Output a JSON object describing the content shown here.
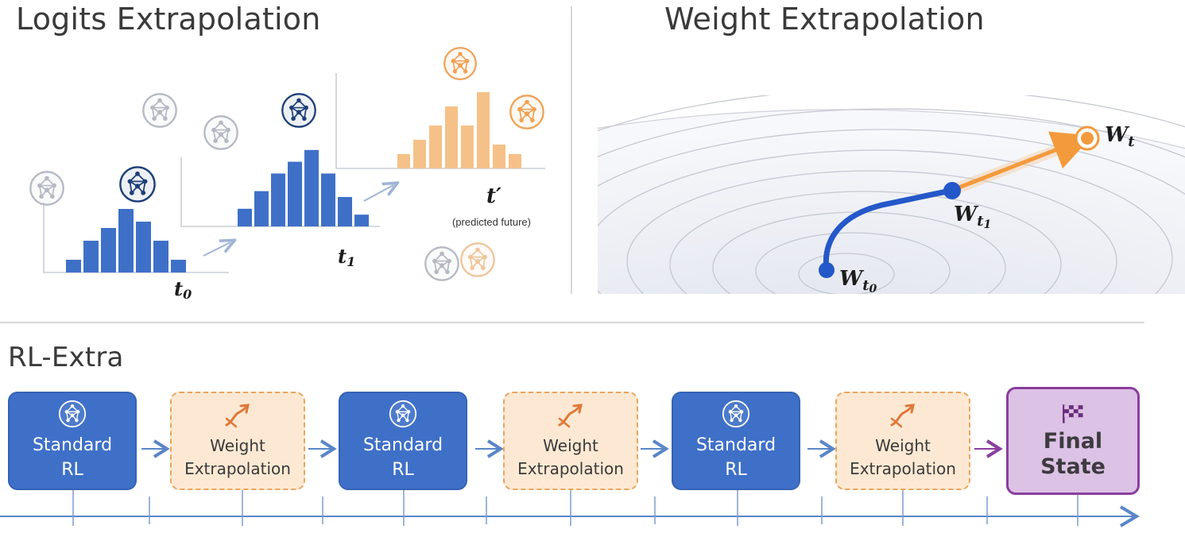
{
  "titles": {
    "logits": "Logits Extrapolation",
    "weight": "Weight Extrapolation",
    "rl_extra": "RL-Extra"
  },
  "logits_panel": {
    "labels": {
      "t0": "t",
      "t0_sub": "0",
      "t1": "t",
      "t1_sub": "1",
      "tprime": "t′",
      "note": "(predicted future)"
    },
    "histograms": [
      {
        "name": "t0",
        "values": [
          2,
          5,
          7,
          10,
          8,
          5,
          2
        ],
        "color": "#3f70c8"
      },
      {
        "name": "t1",
        "values": [
          3,
          6,
          9,
          11,
          13,
          9,
          5,
          2
        ],
        "color": "#3f70c8"
      },
      {
        "name": "tprime",
        "values": [
          3,
          6,
          9,
          13,
          9,
          16,
          5,
          3
        ],
        "color": "#f5c188"
      }
    ],
    "icons": [
      "network-icon",
      "network-icon",
      "network-icon",
      "network-icon",
      "network-icon",
      "network-icon",
      "network-icon",
      "network-icon",
      "network-icon"
    ]
  },
  "weight_panel": {
    "labels": {
      "w0": "W",
      "w0_sub": "t",
      "w0_subsub": "0",
      "w1": "W",
      "w1_sub": "t",
      "w1_subsub": "1",
      "wt": "W",
      "wt_sub": "t"
    },
    "colors": {
      "past_path": "#2457c8",
      "future_path": "#f39a3c"
    }
  },
  "flow": {
    "boxes": [
      {
        "type": "std",
        "lines": [
          "Standard",
          "RL"
        ],
        "icon": "network-icon"
      },
      {
        "type": "wex",
        "lines": [
          "Weight",
          "Extrapolation"
        ],
        "icon": "trend-arrow-icon"
      },
      {
        "type": "std",
        "lines": [
          "Standard",
          "RL"
        ],
        "icon": "network-icon"
      },
      {
        "type": "wex",
        "lines": [
          "Weight",
          "Extrapolation"
        ],
        "icon": "trend-arrow-icon"
      },
      {
        "type": "std",
        "lines": [
          "Standard",
          "RL"
        ],
        "icon": "network-icon"
      },
      {
        "type": "wex",
        "lines": [
          "Weight",
          "Extrapolation"
        ],
        "icon": "trend-arrow-icon"
      },
      {
        "type": "fin",
        "lines": [
          "Final",
          "State"
        ],
        "icon": "checkered-flag-icon"
      }
    ],
    "colors": {
      "standard": "#3f70c8",
      "weight": "#fde9d3",
      "final": "#dcc2e4",
      "arrow": "#5a86c8",
      "final_arrow": "#8a3f9e"
    }
  }
}
